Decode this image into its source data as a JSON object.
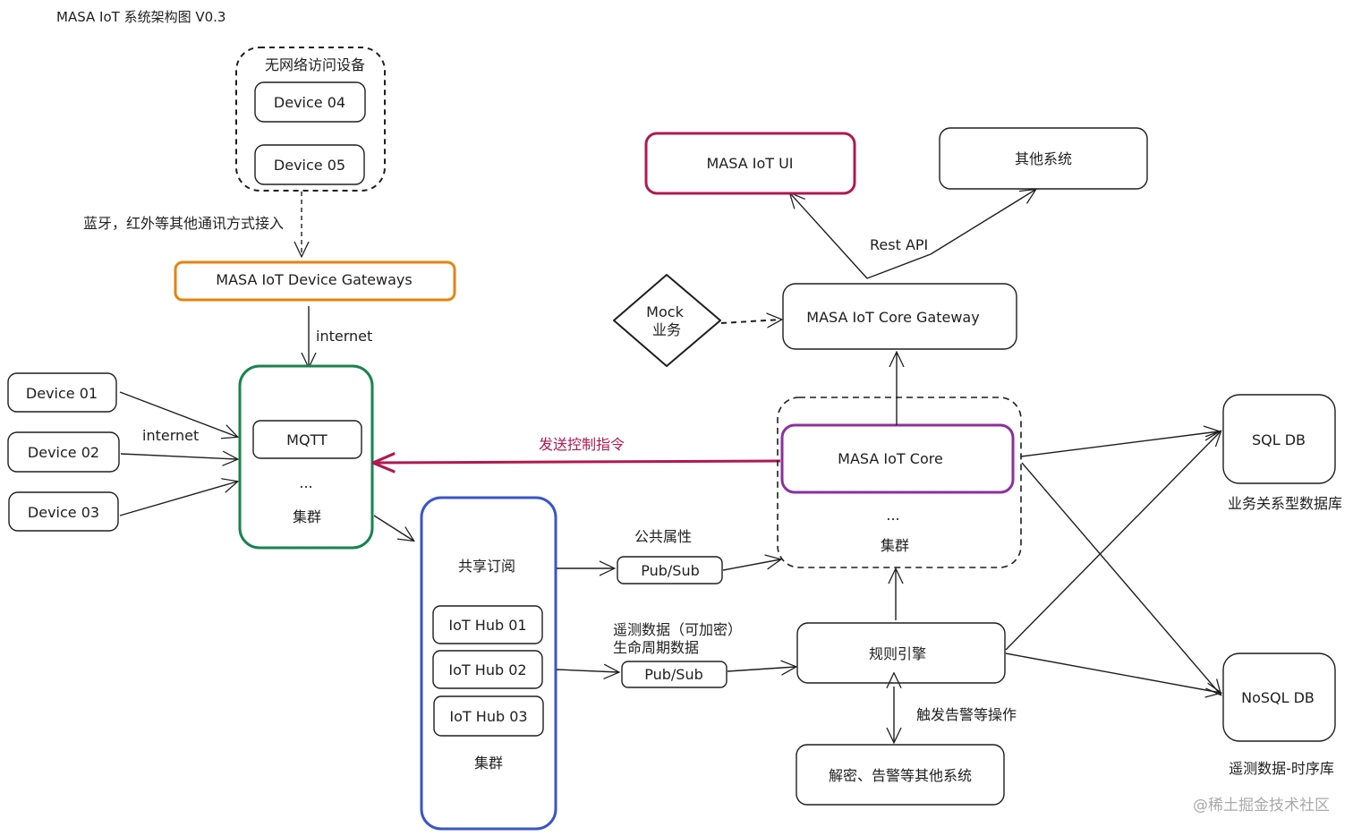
{
  "title": "MASA IoT 系统架构图 V0.3",
  "no_network_group": {
    "label": "无网络访问设备",
    "devices": [
      "Device 04",
      "Device 05"
    ]
  },
  "bt_label": "蓝牙，红外等其他通讯方式接入",
  "device_gateway": "MASA IoT Device Gateways",
  "internet_top": "internet",
  "internet_left": "internet",
  "left_devices": [
    "Device 01",
    "Device 02",
    "Device 03"
  ],
  "mqtt_cluster": {
    "item": "MQTT",
    "ellipsis": "...",
    "label": "集群"
  },
  "hub_cluster": {
    "label_top": "共享订阅",
    "hubs": [
      "IoT Hub 01",
      "IoT Hub 02",
      "IoT Hub 03"
    ],
    "label": "集群"
  },
  "control_label": "发送控制指令",
  "public_attr": "公共属性",
  "pubsub_1": "Pub/Sub",
  "telemetry_label_1": "遥测数据（可加密）",
  "telemetry_label_2": "生命周期数据",
  "pubsub_2": "Pub/Sub",
  "core_cluster": {
    "core": "MASA IoT Core",
    "ellipsis": "...",
    "label": "集群"
  },
  "core_gateway": "MASA IoT Core Gateway",
  "mock": {
    "line1": "Mock",
    "line2": "业务"
  },
  "ui": "MASA IoT UI",
  "other_systems": "其他系统",
  "rest_api": "Rest API",
  "rule_engine": "规则引擎",
  "trigger_label": "触发告警等操作",
  "decrypt_box": "解密、告警等其他系统",
  "sql_db": "SQL DB",
  "sql_caption": "业务关系型数据库",
  "nosql_db": "NoSQL DB",
  "nosql_caption": "遥测数据-时序库",
  "watermark": "@稀土掘金技术社区",
  "colors": {
    "gateway_orange": "#e8820c",
    "mqtt_green": "#18834e",
    "hub_blue": "#3a55c7",
    "core_purple": "#8c2fa0",
    "ui_crimson": "#b0194f",
    "control_arrow": "#b0194f",
    "stroke": "#1e1e1e"
  }
}
